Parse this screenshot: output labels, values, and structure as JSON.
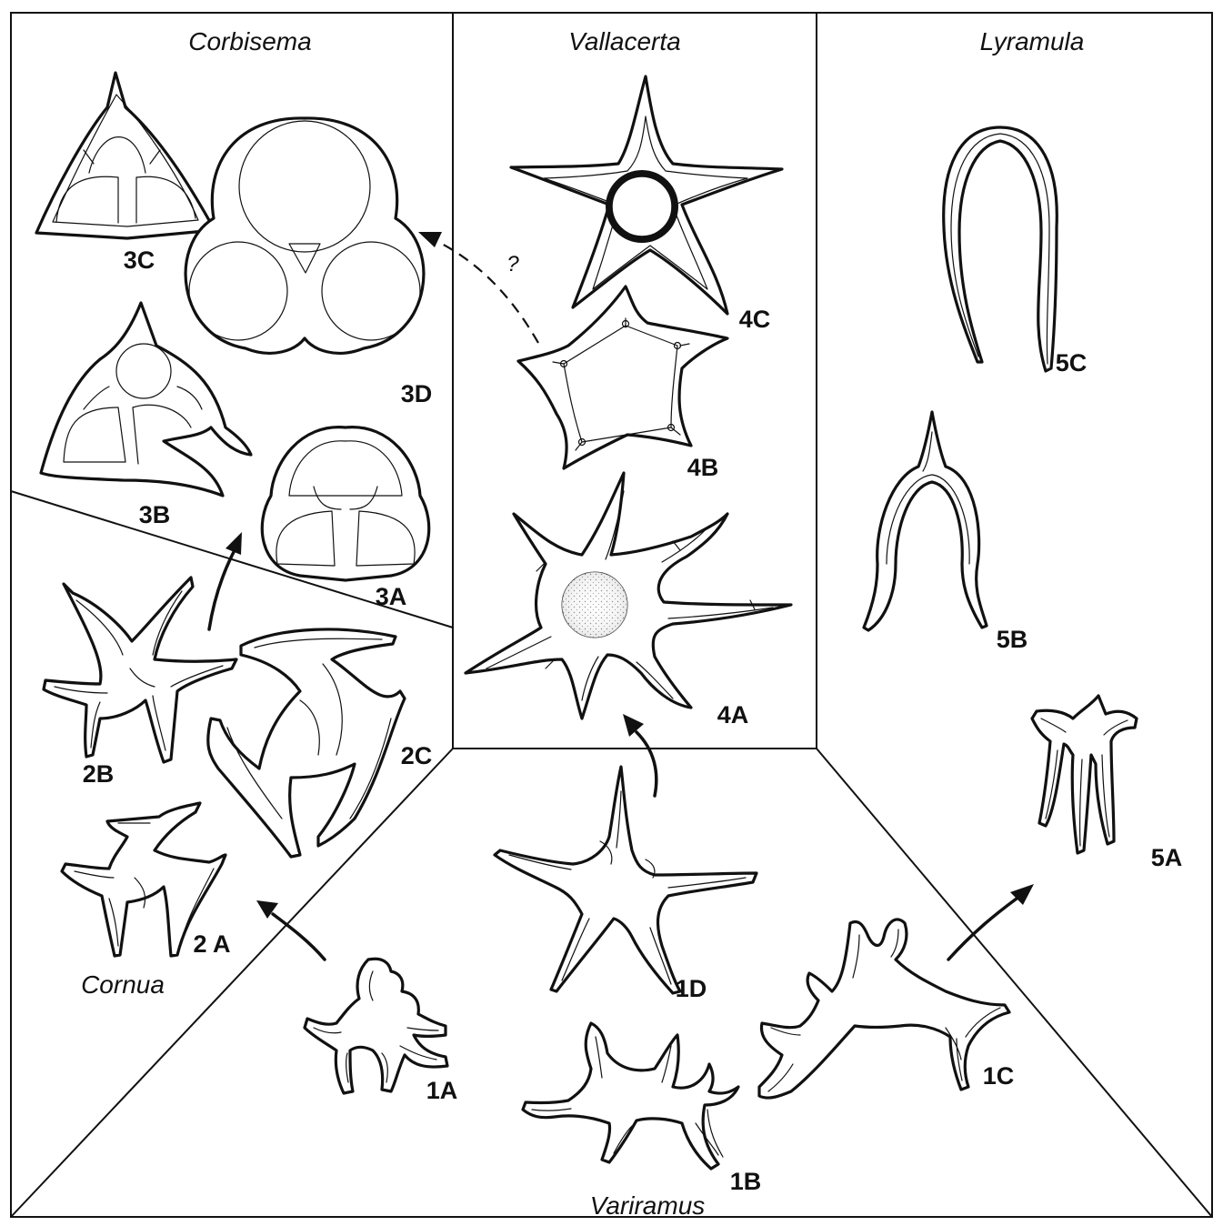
{
  "genera": {
    "corbisema": "Corbisema",
    "vallacerta": "Vallacerta",
    "lyramula": "Lyramula",
    "cornua": "Cornua",
    "variramus": "Variramus"
  },
  "specimens": {
    "s1A": "1A",
    "s1B": "1B",
    "s1C": "1C",
    "s1D": "1D",
    "s2A": "2 A",
    "s2B": "2B",
    "s2C": "2C",
    "s3A": "3A",
    "s3B": "3B",
    "s3C": "3C",
    "s3D": "3D",
    "s4A": "4A",
    "s4B": "4B",
    "s4C": "4C",
    "s5A": "5A",
    "s5B": "5B",
    "s5C": "5C"
  },
  "uncertain_mark": "?"
}
